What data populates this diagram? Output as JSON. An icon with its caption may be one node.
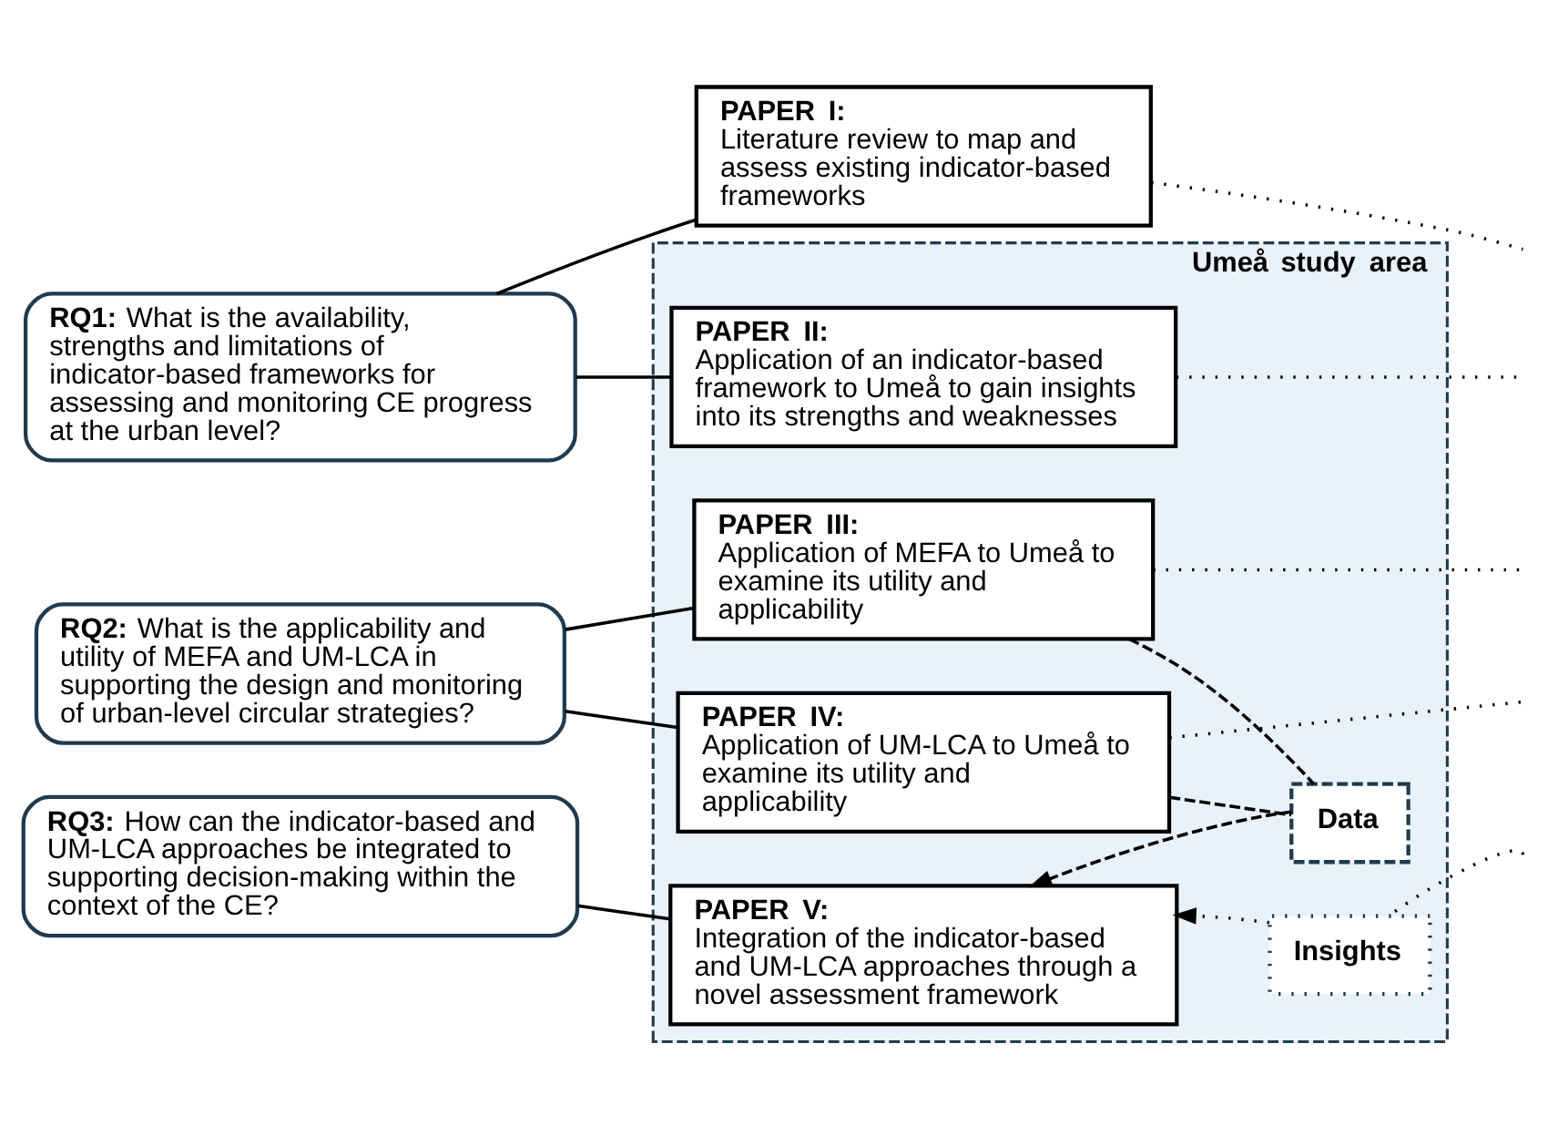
{
  "diagram": {
    "nodes": [
      {
        "text": [
          "**RQ1:** What is the availability, strengths and limitations of indicator-based frameworks for assessing and monitoring CE progress at the urban level?"
        ]
      },
      {
        "text": [
          "PAPER I:",
          "Literature review to map and assess existing indicator-based frameworks"
        ]
      },
      {
        "text": [
          "Umeå study area"
        ]
      },
      {
        "text": [
          "PAPER II:",
          "Application of an indicator-based framework to Umeå to gain insights into its strengths and weaknesses"
        ],
        "in": 2
      },
      {
        "text": [
          "**RQ2:** What is the applicability and utility of MEFA and UM-LCA in supporting the design and monitoring of urban-level circular strategies?"
        ]
      },
      {
        "text": [
          "PAPER III:",
          "Application of MEFA to Umeå to examine its utility and applicability"
        ],
        "in": 2
      },
      {
        "text": [
          "PAPER IV:",
          "Application of UM-LCA to Umeå to examine its utility and applicability"
        ],
        "in": 2
      },
      {
        "text": [
          "**RQ3:** How can the indicator-based and UM-LCA approaches be integrated to supporting decision-making within the context of the CE?"
        ]
      },
      {
        "text": [
          "PAPER V:",
          "Integration of the indicator-based and UM-LCA approaches through a novel assessment framework"
        ],
        "in": 2
      },
      {
        "text": [
          "Data"
        ],
        "in": 2
      },
      {
        "text": [
          "Insights"
        ],
        "in": 2
      }
    ],
    "edges": [
      {
        "from": 0,
        "to": 1,
        "arrow": "none"
      },
      {
        "from": 0,
        "to": 3,
        "arrow": "none"
      },
      {
        "from": 4,
        "to": 5,
        "arrow": "none"
      },
      {
        "from": 4,
        "to": 6,
        "arrow": "none"
      },
      {
        "from": 7,
        "to": 8,
        "arrow": "none"
      },
      {
        "from": 1,
        "to": null,
        "arrow": "none",
        "style": "dashed"
      },
      {
        "from": 3,
        "to": null,
        "arrow": "none",
        "style": "dashed"
      },
      {
        "from": 5,
        "to": null,
        "arrow": "none",
        "style": "dashed"
      },
      {
        "from": 6,
        "to": null,
        "arrow": "none",
        "style": "dashed"
      },
      {
        "from": 5,
        "to": 9,
        "arrow": "none",
        "style": "dashed"
      },
      {
        "from": 6,
        "to": 9,
        "arrow": "none",
        "style": "dashed"
      },
      {
        "from": 9,
        "to": 8,
        "arrow": "to",
        "style": "dashed"
      },
      {
        "from": null,
        "to": 10,
        "arrow": "none",
        "style": "dashed"
      },
      {
        "from": 10,
        "to": 8,
        "arrow": "to",
        "style": "dashed"
      }
    ]
  }
}
